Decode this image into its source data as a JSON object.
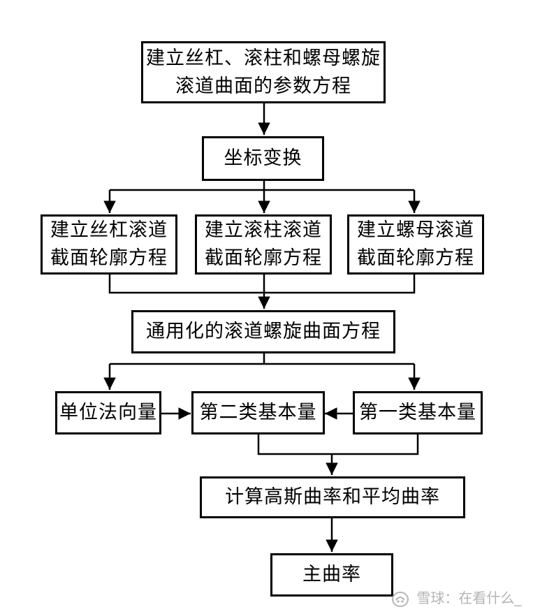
{
  "nodes": {
    "n1": {
      "lines": [
        "建立丝杠、滚柱和螺母螺旋",
        "滚道曲面的参数方程"
      ]
    },
    "n2": {
      "lines": [
        "坐标变换"
      ]
    },
    "n3a": {
      "lines": [
        "建立丝杠滚道",
        "截面轮廓方程"
      ]
    },
    "n3b": {
      "lines": [
        "建立滚柱滚道",
        "截面轮廓方程"
      ]
    },
    "n3c": {
      "lines": [
        "建立螺母滚道",
        "截面轮廓方程"
      ]
    },
    "n4": {
      "lines": [
        "通用化的滚道螺旋曲面方程"
      ]
    },
    "n5a": {
      "lines": [
        "单位法向量"
      ]
    },
    "n5b": {
      "lines": [
        "第二类基本量"
      ]
    },
    "n5c": {
      "lines": [
        "第一类基本量"
      ]
    },
    "n6": {
      "lines": [
        "计算高斯曲率和平均曲率"
      ]
    },
    "n7": {
      "lines": [
        "主曲率"
      ]
    }
  },
  "edges": [
    {
      "from": "n1",
      "to": "n2"
    },
    {
      "from": "n2",
      "to": "n3a"
    },
    {
      "from": "n2",
      "to": "n3b"
    },
    {
      "from": "n2",
      "to": "n3c"
    },
    {
      "from": "n3a",
      "to": "n4"
    },
    {
      "from": "n3b",
      "to": "n4"
    },
    {
      "from": "n3c",
      "to": "n4"
    },
    {
      "from": "n4",
      "to": "n5a"
    },
    {
      "from": "n4",
      "to": "n5c"
    },
    {
      "from": "n5a",
      "to": "n5b"
    },
    {
      "from": "n5c",
      "to": "n5b"
    },
    {
      "from": "n5b",
      "to": "n6"
    },
    {
      "from": "n5c",
      "to": "n6"
    },
    {
      "from": "n6",
      "to": "n7"
    }
  ],
  "watermark": {
    "text": "雪球：在看什么_"
  }
}
